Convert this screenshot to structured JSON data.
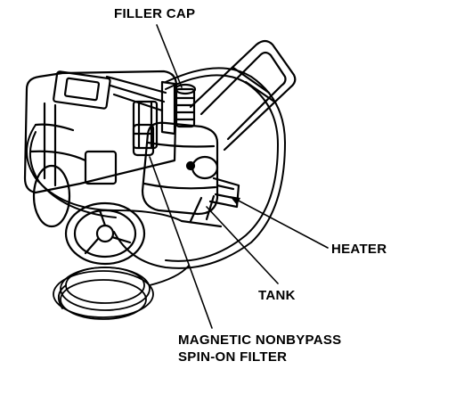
{
  "labels": {
    "filler_cap": "FILLER CAP",
    "heater": "HEATER",
    "tank": "TANK",
    "filter_line1": "MAGNETIC NONBYPASS",
    "filter_line2": "SPIN-ON FILTER"
  }
}
